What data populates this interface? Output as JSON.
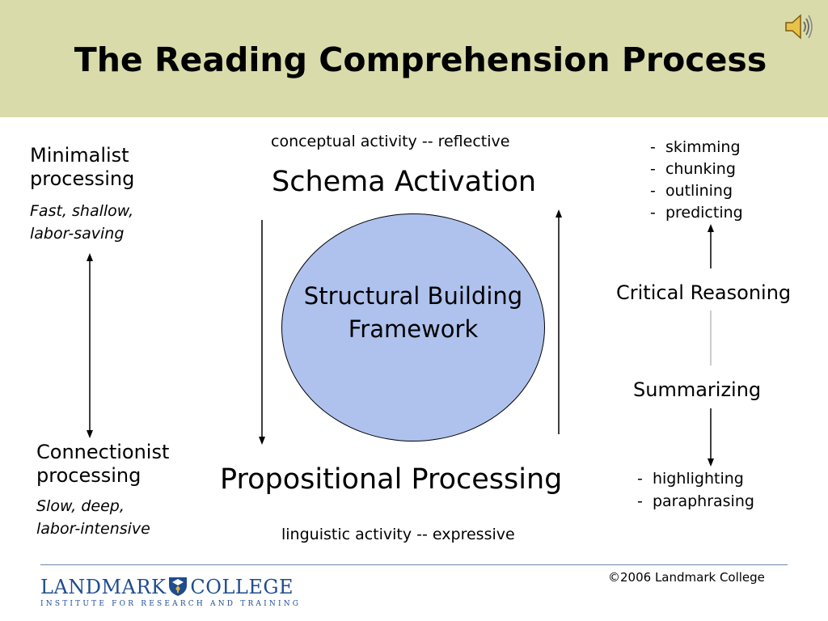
{
  "title": "The Reading Comprehension Process",
  "left": {
    "top_heading_line1": "Minimalist",
    "top_heading_line2": "processing",
    "top_desc_line1": "Fast, shallow,",
    "top_desc_line2": "labor-saving",
    "bottom_heading_line1": "Connectionist",
    "bottom_heading_line2": "processing",
    "bottom_desc_line1": "Slow, deep,",
    "bottom_desc_line2": "labor-intensive"
  },
  "center": {
    "top_caption": "conceptual activity -- reflective",
    "top_heading": "Schema Activation",
    "ellipse_label": "Structural Building Framework",
    "bottom_heading": "Propositional Processing",
    "bottom_caption": "linguistic activity -- expressive"
  },
  "right": {
    "top_bullets": [
      "skimming",
      "chunking",
      "outlining",
      "predicting"
    ],
    "critical_reasoning": "Critical Reasoning",
    "summarizing": "Summarizing",
    "bottom_bullets": [
      "highlighting",
      "paraphrasing"
    ]
  },
  "footer": {
    "copyright": "©2006 Landmark College",
    "logo_left": "LANDMARK",
    "logo_right": "COLLEGE",
    "logo_sub": "INSTITUTE FOR RESEARCH AND TRAINING"
  },
  "colors": {
    "header_bg": "#d9dcaa",
    "ellipse_fill": "#afc2ee",
    "logo_blue": "#1f4c8f"
  },
  "icons": {
    "audio": "speaker-icon"
  }
}
